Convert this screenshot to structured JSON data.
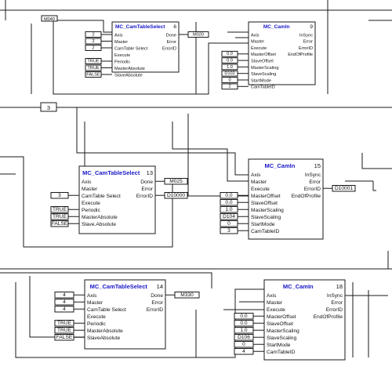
{
  "blocks": [
    {
      "id": "cts1",
      "name": "MC_CamTableSelect",
      "number": "6",
      "inputs": [
        "Axis",
        "Master",
        "CamTable Select",
        "Execute",
        "Periodic",
        "MasterAbsolute",
        "SlaveAbsolute"
      ],
      "outputs": [
        "Done",
        "Error",
        "ErrorID"
      ],
      "input_values": [
        "2",
        "2",
        "2",
        "",
        "TRUE",
        "TRUE",
        "FALSE"
      ],
      "output_values": [
        "M020",
        "",
        ""
      ]
    },
    {
      "id": "cam1",
      "name": "MC_CamIn",
      "number": "9",
      "inputs": [
        "Axis",
        "Master",
        "Execute",
        "MasterOffset",
        "SlaveOffset",
        "MasterScaling",
        "SlaveScaling",
        "StartMode",
        "CamTableID"
      ],
      "outputs": [
        "InSync",
        "Error",
        "ErrorID",
        "EndOfProfile"
      ],
      "input_values": [
        "",
        "",
        "",
        "0.0",
        "0.0",
        "1.0",
        "D102",
        "0",
        "2"
      ],
      "output_values": [
        "",
        "",
        "",
        ""
      ]
    },
    {
      "id": "cts2",
      "name": "MC_CamTableSelect",
      "number": "13",
      "inputs": [
        "Axis",
        "Master",
        "CamTable Select",
        "Execute",
        "Periodic",
        "MasterAbsolute",
        "Slave.Absolute"
      ],
      "outputs": [
        "Done",
        "Error",
        "ErrorID"
      ],
      "input_values": [
        "",
        "",
        "3",
        "",
        "TRUE",
        "TRUE",
        "FALSE"
      ],
      "output_values": [
        "M025",
        "",
        "D10000"
      ]
    },
    {
      "id": "cam2",
      "name": "MC_CamIn",
      "number": "15",
      "inputs": [
        "Axis",
        "Master",
        "Execute",
        "MasterOffset",
        "SlaveOffset",
        "MasterScaling",
        "SlaveScaling",
        "StartMode",
        "CamTableID"
      ],
      "outputs": [
        "InSync",
        "Error",
        "ErrorID",
        "EndOfProfile"
      ],
      "input_values": [
        "",
        "",
        "",
        "0.0",
        "0.0",
        "1.0",
        "D104",
        "0",
        "3"
      ],
      "output_values": [
        "",
        "",
        "D10001",
        ""
      ]
    },
    {
      "id": "cts3",
      "name": "MC_CamTableSelect",
      "number": "14",
      "inputs": [
        "Axis",
        "Master",
        "CamTable Select",
        "Execute",
        "Periodic",
        "MasterAbsolute",
        "SlaveAbsolute"
      ],
      "outputs": [
        "Done",
        "Error",
        "ErrorID"
      ],
      "input_values": [
        "4",
        "4",
        "4",
        "",
        "TRUE",
        "TRUE",
        "FALSE"
      ],
      "output_values": [
        "M330",
        "",
        ""
      ]
    },
    {
      "id": "cam3",
      "name": "MC_CamIn",
      "number": "18",
      "inputs": [
        "Axis",
        "Master",
        "Execute",
        "MasterOffset",
        "SlaveOffset",
        "MasterScaling",
        "SlaveScaling",
        "StartMode",
        "CamTableID"
      ],
      "outputs": [
        "InSync",
        "Error",
        "ErrorID",
        "EndOfProfile"
      ],
      "input_values": [
        "",
        "",
        "",
        "0.0",
        "0.0",
        "1.0",
        "D106",
        "0",
        "4"
      ],
      "output_values": [
        "",
        "",
        "",
        ""
      ]
    }
  ],
  "free_labels": [
    "M040",
    "3"
  ]
}
